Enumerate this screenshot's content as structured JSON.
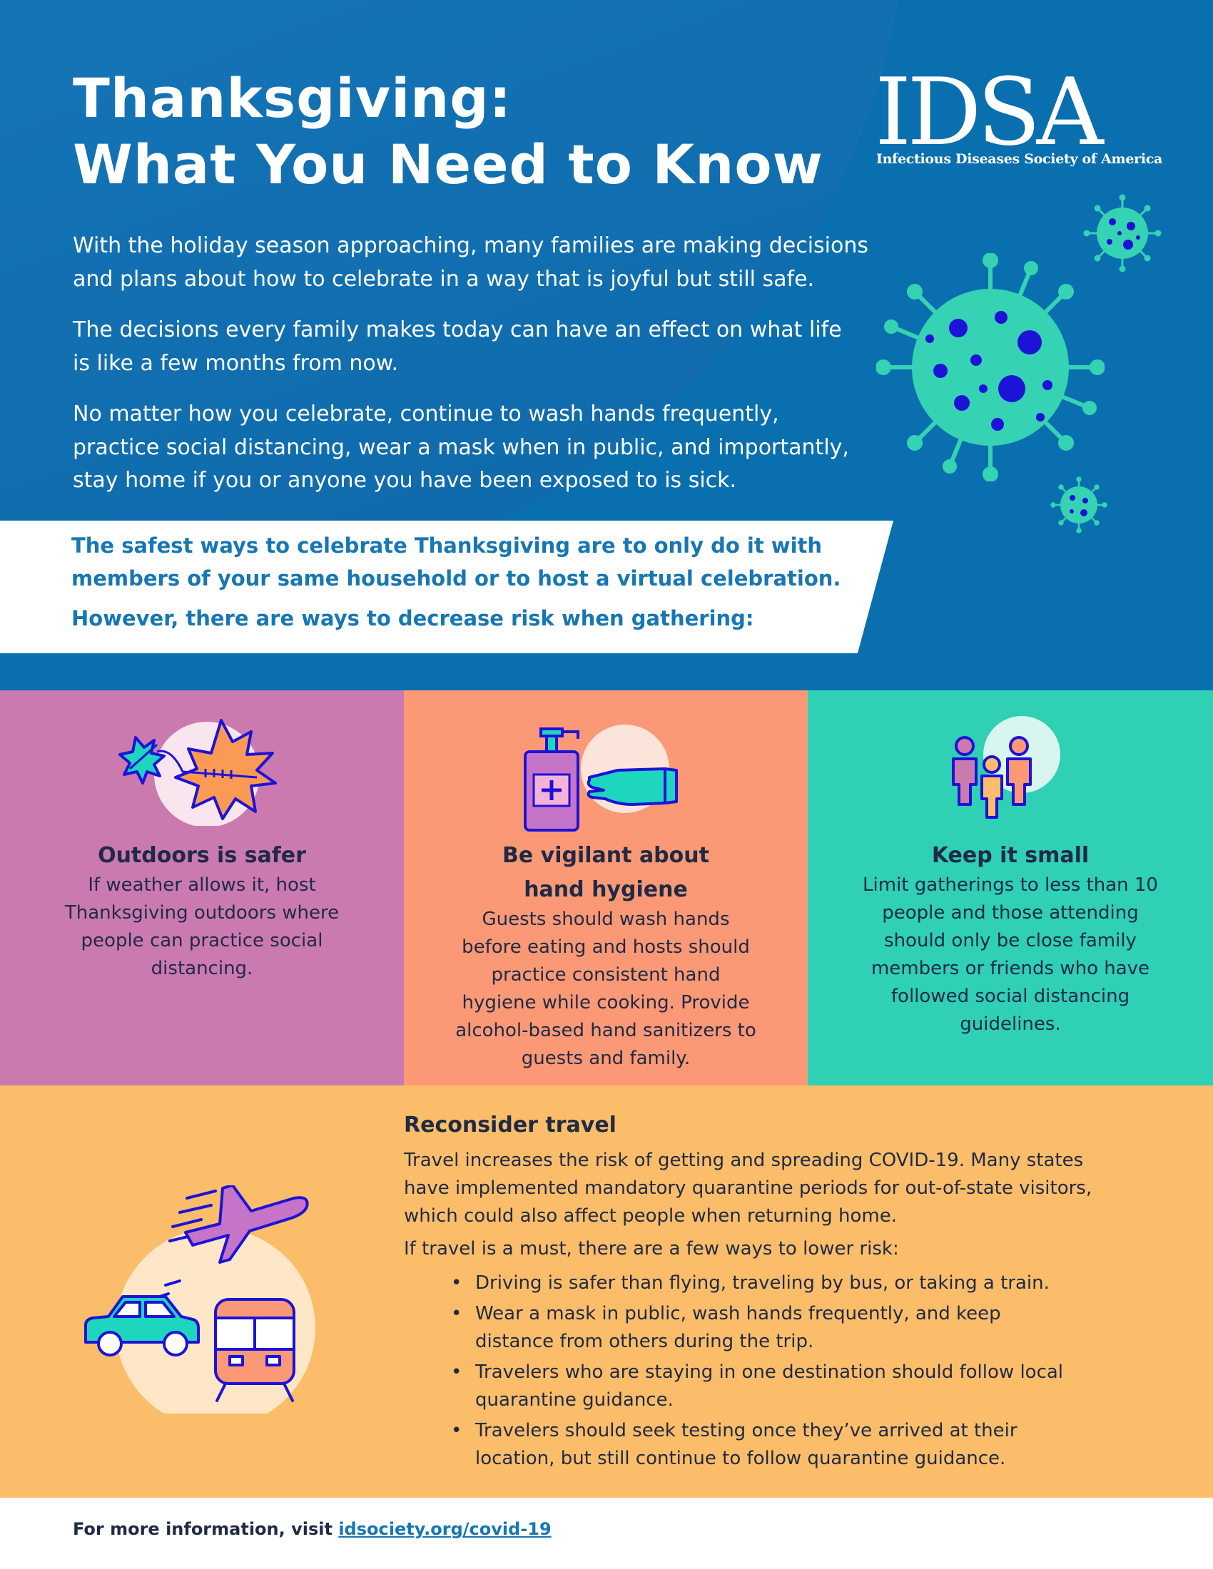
{
  "header": {
    "title_line1": "Thanksgiving:",
    "title_line2": "What You Need to Know",
    "intro": [
      "With the holiday season approaching, many families are making decisions and plans about how to celebrate in a way that is joyful but still safe.",
      "The decisions every family makes today can have an effect on what life is like a few months from now.",
      "No matter how you celebrate, continue to wash hands frequently, practice social distancing, wear a mask when in public, and importantly, stay home if you or anyone you have been exposed to is sick."
    ]
  },
  "logo": {
    "mark": "IDSA",
    "subtitle": "Infectious Diseases Society of America"
  },
  "banner": {
    "line1": "The safest ways to celebrate Thanksgiving are to only do it with",
    "line2": "members of your same household or to host a virtual celebration.",
    "line3": "However, there are ways to decrease risk when gathering:"
  },
  "panels": {
    "outdoors": {
      "title": "Outdoors is safer",
      "body": "If weather allows it, host Thanksgiving outdoors where people can practice social distancing."
    },
    "hygiene": {
      "title_line1": "Be vigilant about",
      "title_line2": "hand hygiene",
      "body": "Guests should wash hands before eating and hosts should practice consistent hand hygiene while cooking. Provide alcohol-based hand sanitizers to guests and family."
    },
    "small": {
      "title": "Keep it small",
      "body": "Limit gatherings to less than 10 people and those attending should only be close family members or friends who have followed social distancing guidelines."
    }
  },
  "travel": {
    "title": "Reconsider travel",
    "body": "Travel increases the risk of getting and spreading COVID-19. Many states have implemented mandatory quarantine periods for out-of-state visitors, which could also affect people when returning home.",
    "lead": "If travel is a must, there are a few ways to lower risk:",
    "bullet": "•",
    "tips": [
      "Driving is safer than flying, traveling by bus, or taking a train.",
      "Wear a mask in public, wash hands frequently, and keep distance from others during the trip.",
      "Travelers who are staying in one destination should follow local quarantine guidance.",
      "Travelers should seek testing once they’ve arrived at their location, but still continue to follow quarantine guidance."
    ]
  },
  "footer": {
    "text": "For more information, visit",
    "link": "idsociety.org/covid-19"
  },
  "colors": {
    "header_blue": "#0a6fae",
    "banner_text": "#1677b3",
    "panel_purple": "#cb7ab0",
    "panel_coral": "#fb9976",
    "panel_teal": "#2fd0b4",
    "travel_orange": "#fcbd6a",
    "icon_navy": "#2222d6",
    "virus_teal": "#35d3b3"
  },
  "icons": [
    "virus-icon",
    "maple-leaves-icon",
    "hand-sanitizer-icon",
    "family-icon",
    "airplane-icon",
    "car-icon",
    "train-icon"
  ]
}
